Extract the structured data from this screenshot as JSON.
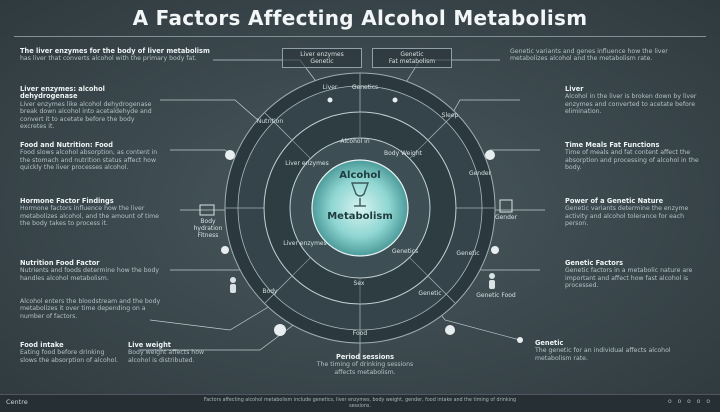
{
  "title": "A Factors Affecting Alcohol Metabolism",
  "center": {
    "line1": "Alcohol",
    "line2": "Metabolism"
  },
  "ring_outer_labels": [
    "Liver",
    "Genetics",
    "Sleep",
    "Gender",
    "Genetic",
    "Genetic",
    "Food",
    "Body",
    "Nutrition"
  ],
  "ring_inner_labels": [
    "Liver enzymes",
    "Alcohol in",
    "Body Weight",
    "Liver enzymes",
    "Genetics",
    "Sex"
  ],
  "top_boxes": {
    "left": {
      "line1": "Liver enzymes",
      "line2": "Genetic"
    },
    "right": {
      "line1": "Genetic",
      "line2": "Fat metabolism"
    }
  },
  "left_blocks": [
    {
      "h": "The liver enzymes for the body of liver metabolism",
      "d": "has liver that converts alcohol with the primary body fat."
    },
    {
      "h": "Liver enzymes: alcohol dehydrogenase",
      "d": "Liver enzymes like alcohol dehydrogenase break down alcohol into acetaldehyde and convert it to acetate before the body excretes it."
    },
    {
      "h": "Food and Nutrition: Food",
      "d": "Food slows alcohol absorption, as content in the stomach and nutrition status affect how quickly the liver processes alcohol."
    },
    {
      "h": "Hormone Factor Findings",
      "d": "Hormone factors influence how the liver metabolizes alcohol, and the amount of time the body takes to process it."
    },
    {
      "h": "Nutrition Food Factor",
      "d": "Nutrients and foods determine how the body handles alcohol metabolism."
    },
    {
      "h": "",
      "d": "Alcohol enters the bloodstream and the body metabolizes it over time depending on a number of factors."
    }
  ],
  "right_blocks": [
    {
      "h": "",
      "d": "Genetic variants and genes influence how the liver metabolizes alcohol and the metabolism rate."
    },
    {
      "h": "Liver",
      "d": "Alcohol in the liver is broken down by liver enzymes and converted to acetate before elimination."
    },
    {
      "h": "Time Meals Fat Functions",
      "d": "Time of meals and fat content affect the absorption and processing of alcohol in the body."
    },
    {
      "h": "Power of a Genetic Nature",
      "d": "Genetic variants determine the enzyme activity and alcohol tolerance for each person."
    },
    {
      "h": "Genetic Factors",
      "d": "Genetic factors in a metabolic nature are important and affect how fast alcohol is processed."
    },
    {
      "h": "Genetic",
      "d": "The genetic for an individual affects alcohol metabolism rate."
    }
  ],
  "bottom_blocks": [
    {
      "h": "Food intake",
      "d": "Eating food before drinking slows the absorption of alcohol."
    },
    {
      "h": "Live weight",
      "d": "Body weight affects how alcohol is distributed."
    },
    {
      "h": "Period sessions",
      "d": "The timing of drinking sessions affects metabolism."
    }
  ],
  "node_labels": {
    "body_hydration": "Body hydration Fitness",
    "gender": "Gender",
    "genetic_food": "Genetic Food"
  },
  "footer": {
    "left": "Centre",
    "mid": "Factors affecting alcohol metabolism include genetics, liver enzymes, body weight, gender, food intake and the timing of drinking sessions.",
    "right": "o o o o o"
  },
  "colors": {
    "accent": "#7fd3d0",
    "ring": "#2c3a3f",
    "line": "#c9d5d8"
  }
}
